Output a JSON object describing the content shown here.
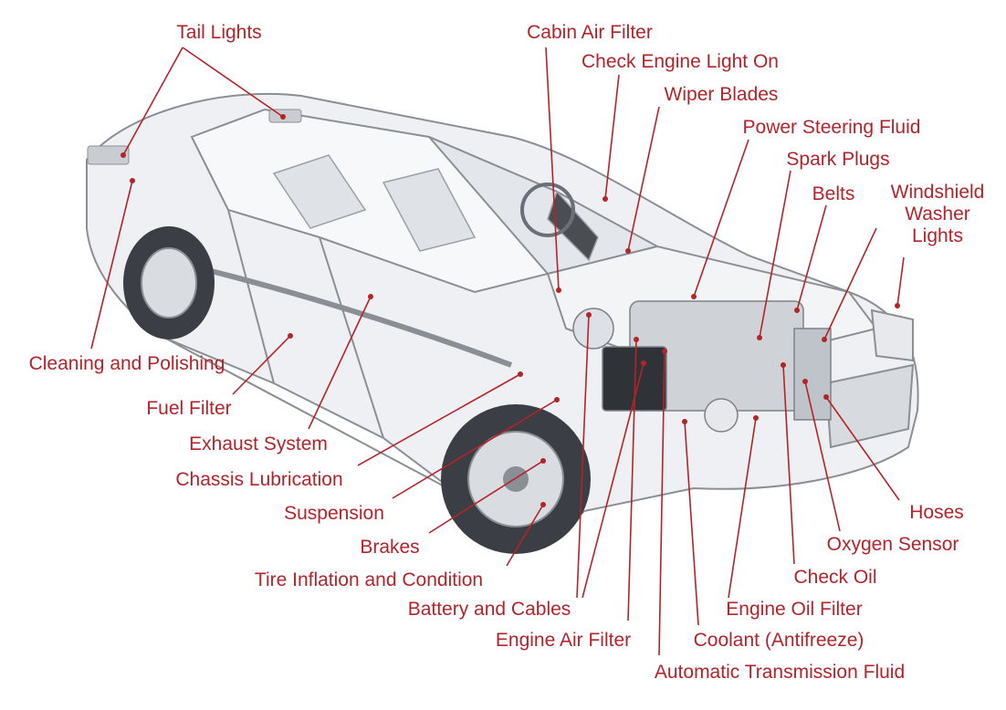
{
  "diagram": {
    "labels": {
      "tail_lights": "Tail Lights",
      "cabin_air_filter": "Cabin Air Filter",
      "check_engine_light_on": "Check Engine Light On",
      "wiper_blades": "Wiper Blades",
      "power_steering_fluid": "Power Steering Fluid",
      "spark_plugs": "Spark Plugs",
      "belts": "Belts",
      "windshield_washer_lights": [
        "Windshield",
        "Washer",
        "Lights"
      ],
      "cleaning_and_polishing": "Cleaning and Polishing",
      "fuel_filter": "Fuel Filter",
      "exhaust_system": "Exhaust System",
      "chassis_lubrication": "Chassis Lubrication",
      "suspension": "Suspension",
      "brakes": "Brakes",
      "tire_inflation_and_condition": "Tire Inflation and Condition",
      "battery_and_cables": "Battery and Cables",
      "engine_air_filter": "Engine Air Filter",
      "automatic_transmission_fluid": "Automatic Transmission Fluid",
      "coolant": "Coolant (Antifreeze)",
      "engine_oil_filter": "Engine Oil Filter",
      "check_oil": "Check Oil",
      "oxygen_sensor": "Oxygen Sensor",
      "hoses": "Hoses"
    },
    "colors": {
      "label": "#b3242a",
      "leader": "#b3242a",
      "car_outline": "#8a8f96",
      "car_fill": "#eef0f3",
      "tire": "#3b3e44"
    }
  }
}
